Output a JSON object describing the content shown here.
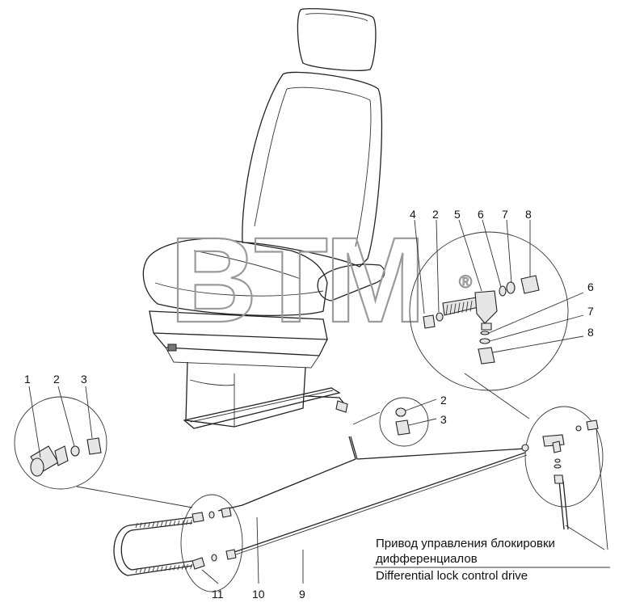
{
  "watermark": {
    "text": "BTM",
    "mark": "®"
  },
  "callouts": {
    "seat_detail": [
      "4",
      "2",
      "5",
      "6",
      "7",
      "8"
    ],
    "tee_lower": [
      "6",
      "7",
      "8"
    ],
    "fitting_left": [
      "1",
      "2",
      "3"
    ],
    "nut_small": [
      "2",
      "3"
    ],
    "bottom": [
      "11",
      "10",
      "9"
    ]
  },
  "caption": {
    "ru_line1": "Привод управления блокировки",
    "ru_line2": "дифференциалов",
    "en": "Differential lock control drive"
  }
}
